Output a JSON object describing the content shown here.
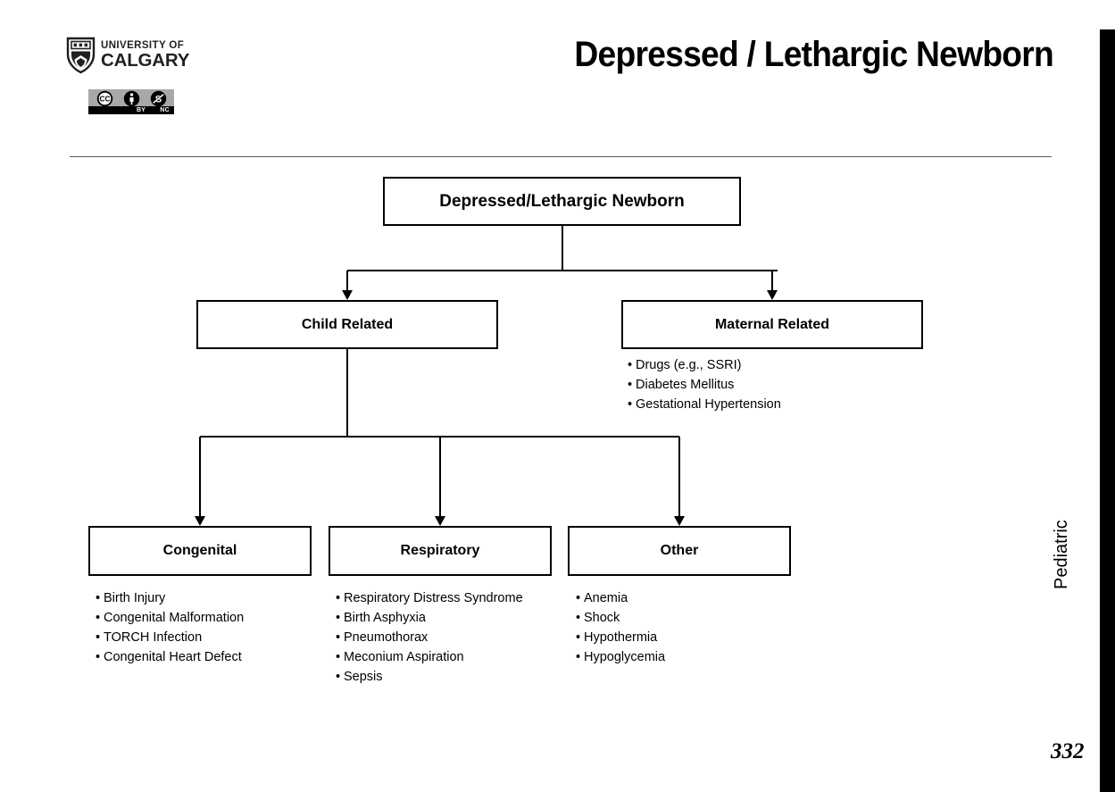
{
  "slide": {
    "title": "Depressed / Lethargic Newborn",
    "side_label": "Pediatric",
    "page_number": "332"
  },
  "branding": {
    "university_line1": "UNIVERSITY OF",
    "university_line2": "CALGARY",
    "shield_icon": "uofc-shield-icon",
    "license": {
      "badge_icon": "creative-commons-icon",
      "attribution_icon": "cc-by-person-icon",
      "noncommercial_icon": "cc-nc-crossed-dollar-icon",
      "by_label": "BY",
      "nc_label": "NC"
    }
  },
  "flowchart": {
    "root": {
      "label": "Depressed/Lethargic Newborn"
    },
    "level2": [
      {
        "id": "child",
        "label": "Child Related",
        "bullets": []
      },
      {
        "id": "maternal",
        "label": "Maternal Related",
        "bullets": [
          "Drugs (e.g., SSRI)",
          "Diabetes Mellitus",
          "Gestational Hypertension"
        ]
      }
    ],
    "level3": [
      {
        "id": "congenital",
        "label": "Congenital",
        "bullets": [
          "Birth Injury",
          "Congenital Malformation",
          "TORCH Infection",
          "Congenital Heart Defect"
        ]
      },
      {
        "id": "respiratory",
        "label": "Respiratory",
        "bullets": [
          "Respiratory Distress Syndrome",
          "Birth Asphyxia",
          "Pneumothorax",
          "Meconium Aspiration",
          "Sepsis"
        ]
      },
      {
        "id": "other",
        "label": "Other",
        "bullets": [
          "Anemia",
          "Shock",
          "Hypothermia",
          "Hypoglycemia"
        ]
      }
    ]
  },
  "colors": {
    "ink": "#000000",
    "rule": "#595959",
    "license_badge_bg": "#a8a8a8",
    "edge_bar": "#000000"
  }
}
